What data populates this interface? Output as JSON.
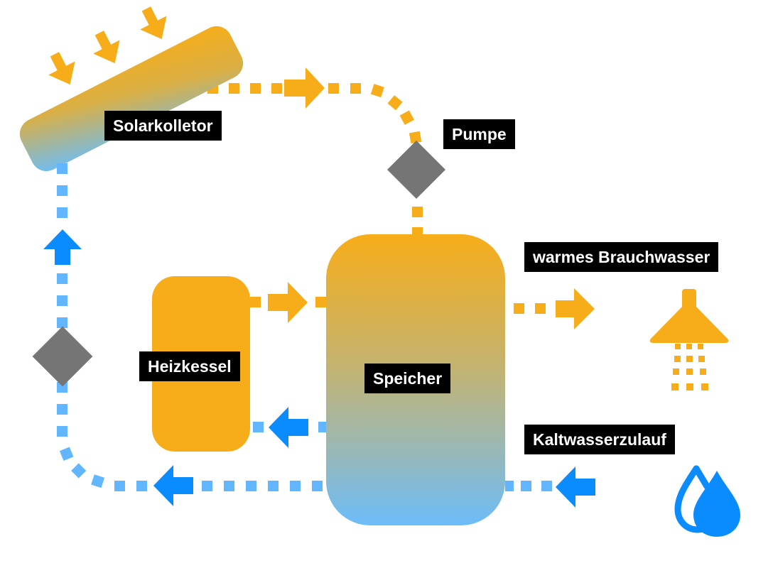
{
  "title": "Solarthermie-Anlage mit Heizkessel und Speicher",
  "colors": {
    "hot": "#F7AD19",
    "cold_line": "#62B6FF",
    "cold_arrow": "#0A8CFF",
    "pump": "#757575",
    "label_bg": "#000000",
    "label_text": "#FFFFFF",
    "background": "#FFFFFF"
  },
  "components": {
    "collector": {
      "label": "Solarkolletor",
      "type": "solar-collector"
    },
    "pump_top": {
      "label": "Pumpe",
      "type": "pump"
    },
    "pump_left": {
      "type": "pump"
    },
    "boiler": {
      "label": "Heizkessel",
      "type": "boiler"
    },
    "storage": {
      "label": "Speicher",
      "type": "storage-tank"
    },
    "hot_water": {
      "label": "warmes Brauchwasser",
      "icon": "shower-icon"
    },
    "cold_water": {
      "label": "Kaltwasserzulauf",
      "icon": "water-drops-icon"
    }
  },
  "flows": [
    {
      "from": "Solarkolletor",
      "to": "Pumpe",
      "medium": "hot",
      "direction": "right"
    },
    {
      "from": "Pumpe",
      "to": "Speicher",
      "medium": "hot",
      "direction": "down"
    },
    {
      "from": "Heizkessel",
      "to": "Speicher",
      "medium": "hot",
      "direction": "right"
    },
    {
      "from": "Speicher",
      "to": "Heizkessel",
      "medium": "cold",
      "direction": "left"
    },
    {
      "from": "Speicher",
      "to": "warmes Brauchwasser",
      "medium": "hot",
      "direction": "right"
    },
    {
      "from": "Kaltwasserzulauf",
      "to": "Speicher",
      "medium": "cold",
      "direction": "left"
    },
    {
      "from": "Speicher",
      "to": "Solarkolletor",
      "medium": "cold",
      "direction": "left-then-up"
    }
  ]
}
